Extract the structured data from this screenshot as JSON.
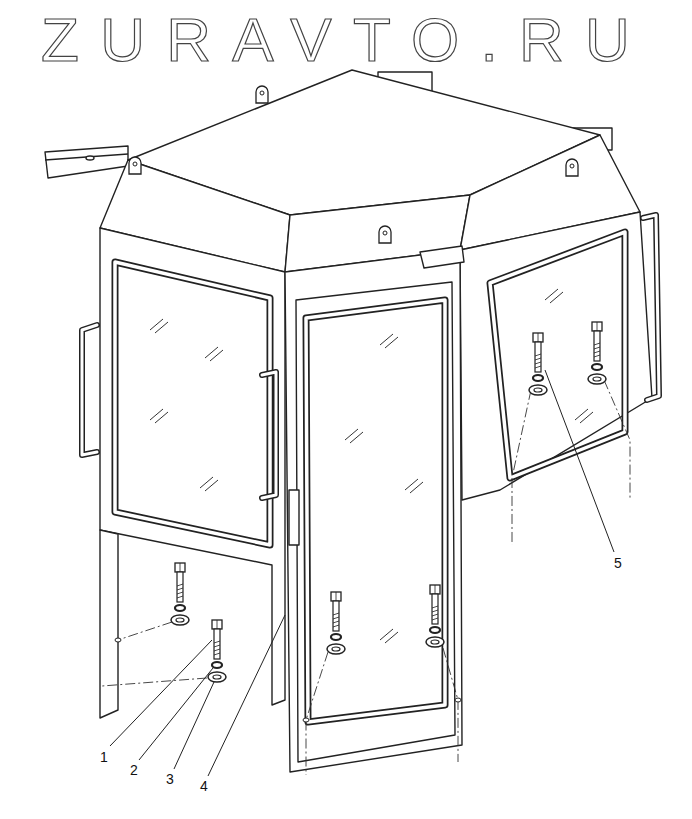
{
  "diagram": {
    "labels": [
      "ZURAVTO.RU",
      "1",
      "2",
      "3",
      "4",
      "5"
    ]
  }
}
